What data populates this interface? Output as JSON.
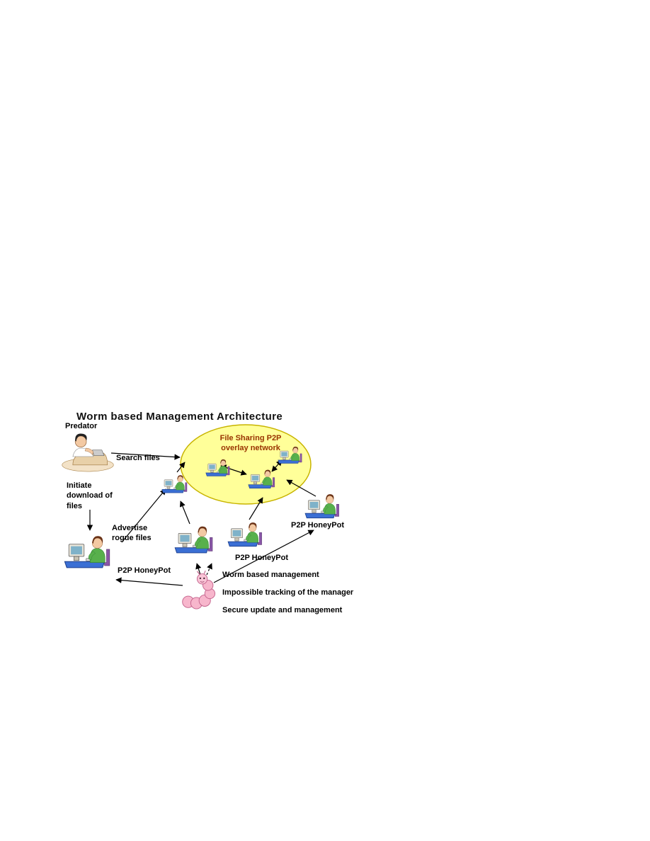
{
  "diagram": {
    "title": "Worm  based Management Architecture"
  },
  "labels": {
    "predator": "Predator",
    "search_files": "Search files",
    "initiate_download": "Initiate\ndownload of\nfiles",
    "advertise_rogue": "Advertise\nrogue files",
    "overlay_network": "File Sharing P2P\noverlay network",
    "p2p_honeypot": "P2P HoneyPot",
    "worm_based_management": "Worm based management",
    "impossible_tracking": "Impossible tracking of the manager",
    "secure_update": "Secure update and management"
  },
  "icons": {
    "predator_clipart": "person-at-desk",
    "computer_user_clipart": "person-at-computer",
    "worm_clipart": "pink-worm"
  },
  "colors": {
    "ellipse_fill": "#ffff99",
    "ellipse_stroke": "#c8b400",
    "network_label": "#993300",
    "arrow": "#000000",
    "worm_pink": "#f7b6cc",
    "desk_blue": "#3b6fd4",
    "shirt_green": "#58b04c"
  }
}
